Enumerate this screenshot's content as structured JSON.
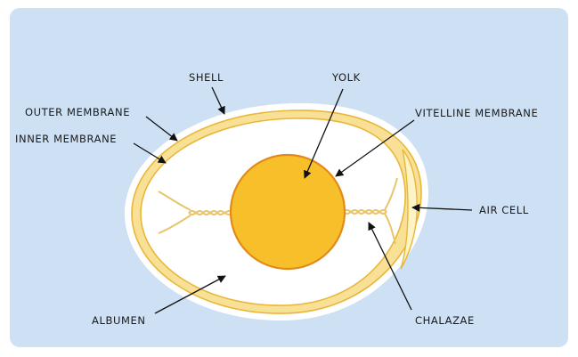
{
  "diagram": {
    "labels": {
      "shell": "SHELL",
      "yolk": "YOLK",
      "outer_membrane": "OUTER MEMBRANE",
      "vitelline_membrane": "VITELLINE MEMBRANE",
      "inner_membrane": "INNER MEMBRANE",
      "air_cell": "AIR CELL",
      "albumen": "ALBUMEN",
      "chalazae": "CHALAZAE"
    },
    "colors": {
      "panel_background": "#cde0f4",
      "shell_fill": "#ffffff",
      "membrane_band": "#f8e196",
      "membrane_stroke": "#e8b738",
      "albumen": "#ffffff",
      "air_cell": "#fdf3c6",
      "yolk_fill": "#f7bf2a",
      "yolk_stroke": "#e28a1a",
      "chalazae": "#e9c46a",
      "leader_line": "#111111"
    }
  }
}
